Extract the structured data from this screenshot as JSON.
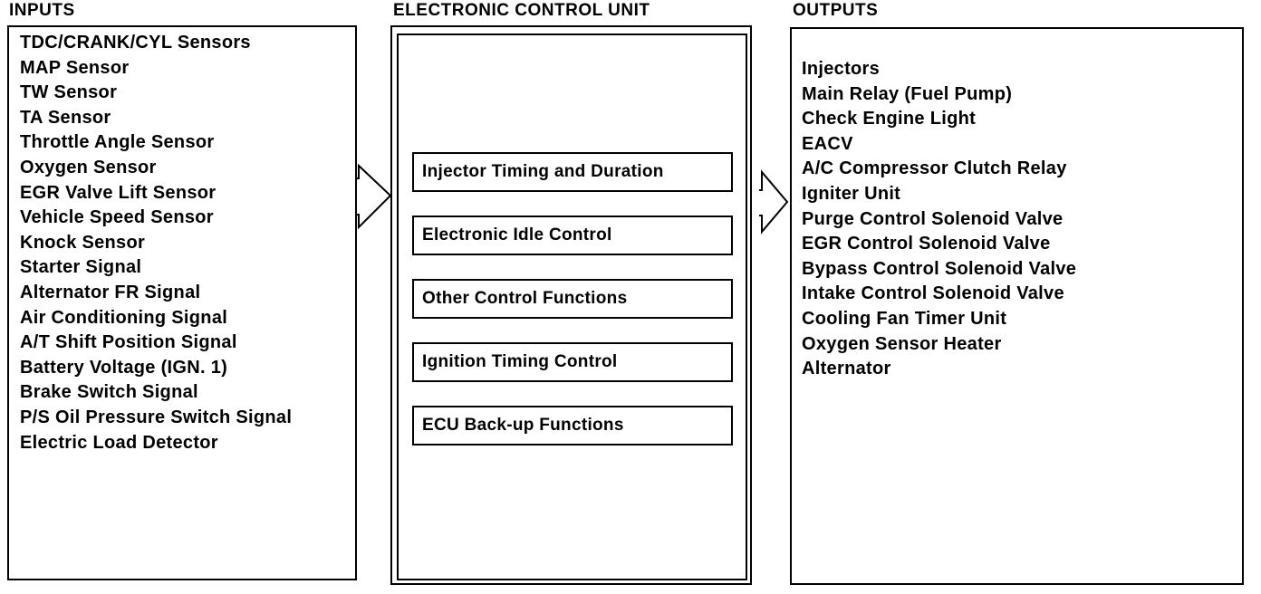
{
  "inputs": {
    "title": "INPUTS",
    "items": [
      "TDC/CRANK/CYL Sensors",
      "MAP Sensor",
      "TW Sensor",
      "TA Sensor",
      "Throttle Angle Sensor",
      "Oxygen Sensor",
      "EGR Valve Lift Sensor",
      "Vehicle Speed Sensor",
      "Knock Sensor",
      "Starter Signal",
      "Alternator FR Signal",
      "Air Conditioning Signal",
      "A/T Shift Position Signal",
      "Battery Voltage (IGN. 1)",
      "Brake Switch Signal",
      "P/S Oil Pressure Switch Signal",
      "Electric Load Detector"
    ]
  },
  "ecu": {
    "title": "ELECTRONIC CONTROL UNIT",
    "functions": [
      "Injector Timing and Duration",
      "Electronic Idle Control",
      "Other Control Functions",
      "Ignition Timing Control",
      "ECU Back-up Functions"
    ]
  },
  "outputs": {
    "title": "OUTPUTS",
    "items": [
      "Injectors",
      "Main Relay (Fuel Pump)",
      "Check Engine Light",
      "EACV",
      "A/C Compressor Clutch Relay",
      "Igniter Unit",
      "Purge Control Solenoid Valve",
      "EGR Control Solenoid Valve",
      "Bypass Control Solenoid Valve",
      "Intake Control Solenoid Valve",
      "Cooling Fan Timer Unit",
      "Oxygen Sensor Heater",
      "Alternator"
    ]
  }
}
